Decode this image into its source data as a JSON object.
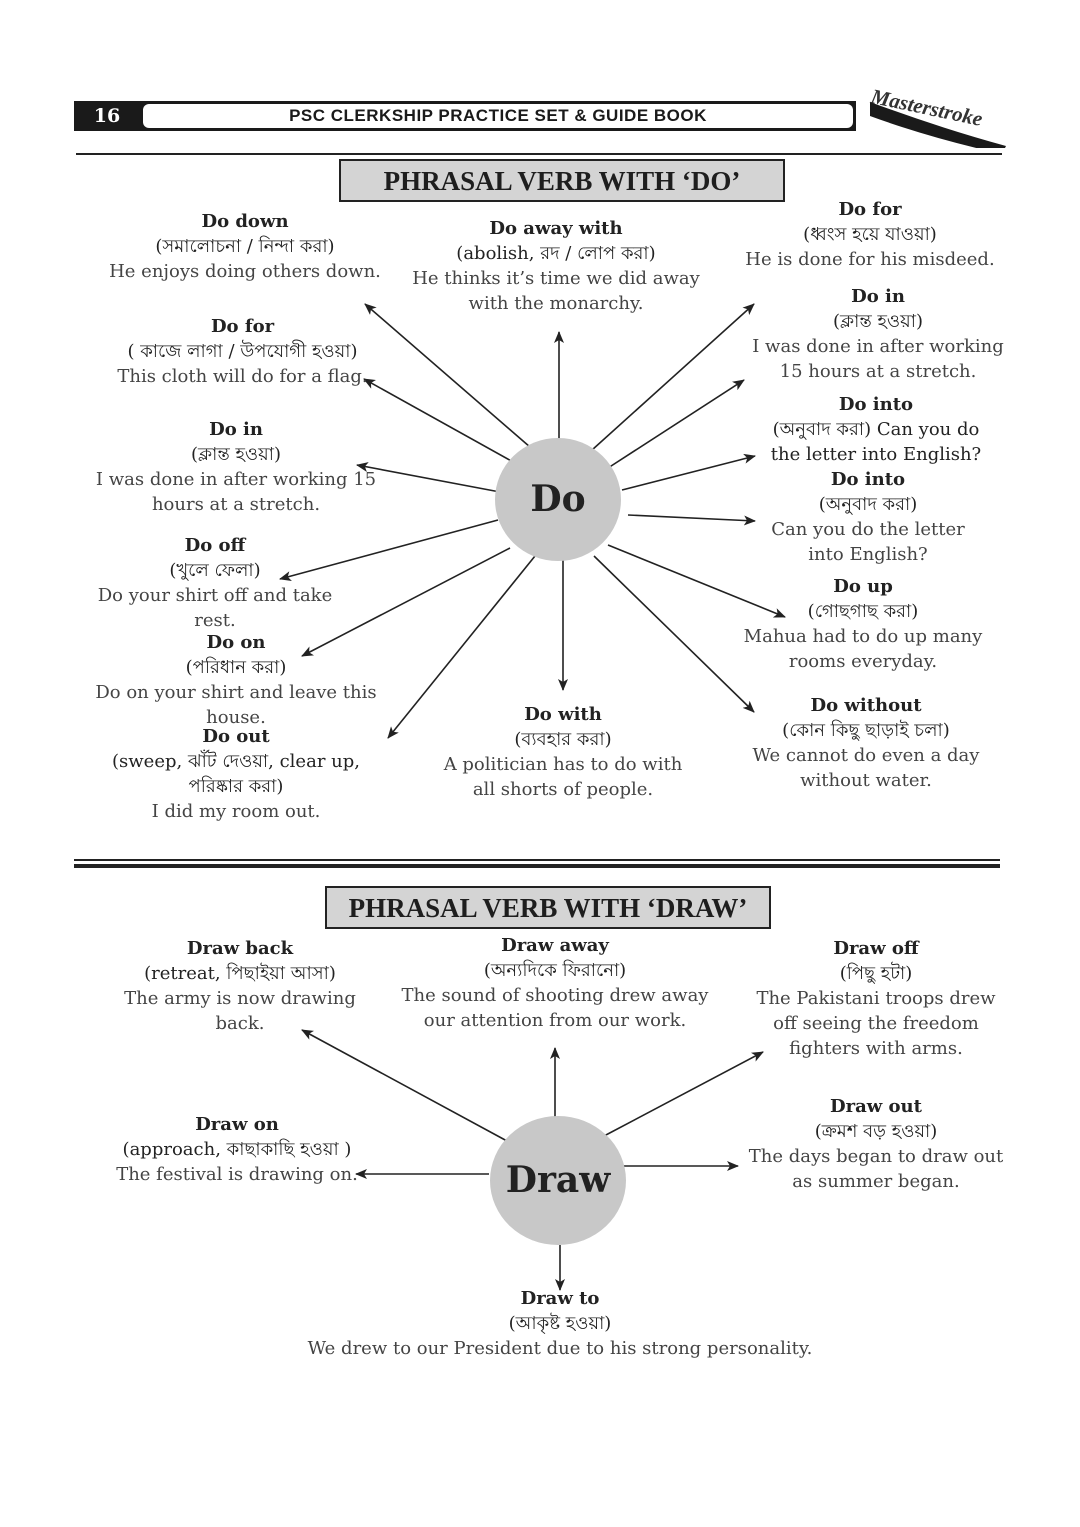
{
  "header": {
    "page_number": "16",
    "title": "PSC CLERKSHIP PRACTICE SET & GUIDE BOOK",
    "brand": "Masterstroke"
  },
  "do_section": {
    "title": "PHRASAL VERB WITH ‘DO’",
    "hub": "Do",
    "entries": [
      {
        "term": "Do down",
        "meaning": "(সমালোচনা / নিন্দা করা)",
        "example": "He enjoys doing others down."
      },
      {
        "term": "Do away with",
        "meaning": "(abolish, রদ / লোপ করা)",
        "example": "He thinks it’s time we did away with the monarchy."
      },
      {
        "term": "Do for",
        "meaning": "(ধ্বংস হয়ে যাওয়া)",
        "example": "He is done for his misdeed."
      },
      {
        "term": "Do for",
        "meaning": "( কাজে লাগা / উপযোগী হওয়া)",
        "example": "This cloth will do for a flag."
      },
      {
        "term": "Do in",
        "meaning": "(ক্লান্ত হওয়া)",
        "example": "I was done in after working 15 hours at a stretch."
      },
      {
        "term": "Do in",
        "meaning": "(ক্লান্ত হওয়া)",
        "example": "I was done in after working 15 hours at a stretch."
      },
      {
        "term": "Do into",
        "meaning": "(অনুবাদ করা) Can you do the letter into English?",
        "example": ""
      },
      {
        "term": "Do into",
        "meaning": "(অনুবাদ করা)",
        "example": "Can you do the letter into English?"
      },
      {
        "term": "Do off",
        "meaning": "(খুলে ফেলা)",
        "example": "Do your shirt off and take rest."
      },
      {
        "term": "Do up",
        "meaning": "(গোছগাছ করা)",
        "example": "Mahua had to do up many rooms everyday."
      },
      {
        "term": "Do on",
        "meaning": "(পরিধান করা)",
        "example": "Do on your shirt and leave this house."
      },
      {
        "term": "Do with",
        "meaning": "(ব্যবহার করা)",
        "example": "A politician has to do with all shorts of people."
      },
      {
        "term": "Do without",
        "meaning": "(কোন কিছু ছাড়াই চলা)",
        "example": "We cannot do even a day without water."
      },
      {
        "term": "Do out",
        "meaning": "(sweep, ঝাঁট দেওয়া, clear up, পরিষ্কার করা)",
        "example": "I did my room out."
      }
    ]
  },
  "draw_section": {
    "title": "PHRASAL VERB WITH ‘DRAW’",
    "hub": "Draw",
    "entries": [
      {
        "term": "Draw back",
        "meaning": "(retreat, পিছাইয়া আসা)",
        "example": "The army is now drawing back."
      },
      {
        "term": "Draw away",
        "meaning": "(অন্যদিকে ফিরানো)",
        "example": "The sound of shooting drew away our attention from our work."
      },
      {
        "term": "Draw off",
        "meaning": "(পিছু হটা)",
        "example": "The Pakistani troops drew off seeing the freedom fighters with arms."
      },
      {
        "term": "Draw on",
        "meaning": "(approach, কাছাকাছি হওয়া )",
        "example": "The festival is drawing on."
      },
      {
        "term": "Draw out",
        "meaning": "(ক্রমশ বড় হওয়া)",
        "example": "The days began to draw out as summer began."
      },
      {
        "term": "Draw to",
        "meaning": "(আকৃষ্ট হওয়া)",
        "example": "We drew to our President due to his strong personality."
      }
    ]
  }
}
